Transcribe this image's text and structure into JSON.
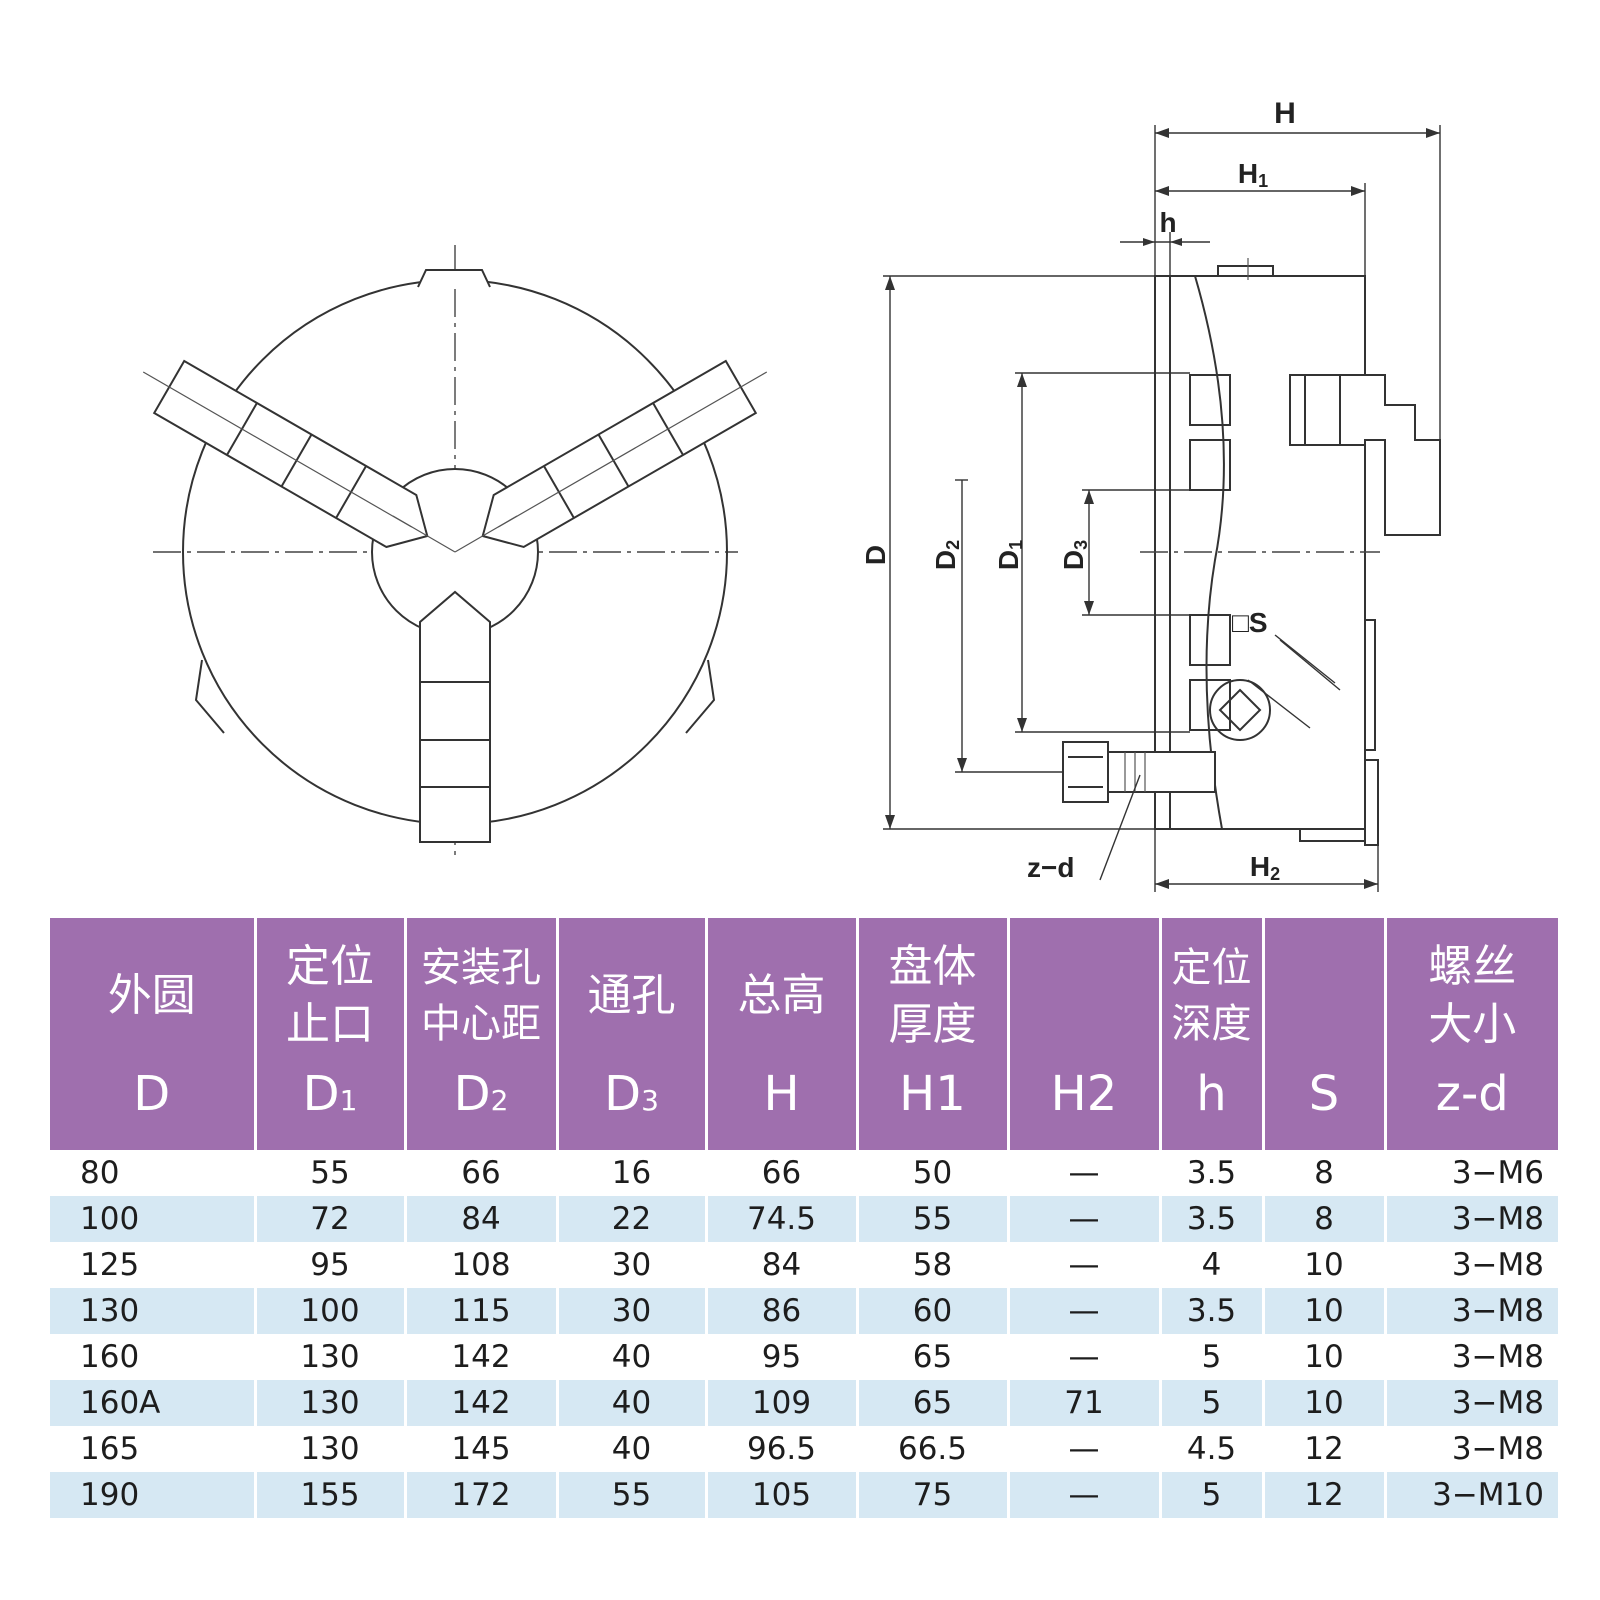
{
  "drawing": {
    "labels": {
      "H": "H",
      "H1": "H",
      "H1_sub": "1",
      "h": "h",
      "H2": "H",
      "H2_sub": "2",
      "D": "D",
      "D1": "D",
      "D1_sub": "1",
      "D2": "D",
      "D2_sub": "2",
      "D3": "D",
      "D3_sub": "3",
      "S": "□S",
      "zd": "z−d"
    }
  },
  "table": {
    "columns": [
      {
        "cn": "外圆",
        "sym": "D",
        "sub": ""
      },
      {
        "cn": "定位\n止口",
        "sym": "D",
        "sub": "1"
      },
      {
        "cn": "安装孔\n中心距",
        "sym": "D",
        "sub": "2"
      },
      {
        "cn": "通孔",
        "sym": "D",
        "sub": "3"
      },
      {
        "cn": "总高",
        "sym": "H",
        "sub": ""
      },
      {
        "cn": "盘体\n厚度",
        "sym": "H1",
        "sub": ""
      },
      {
        "cn": "",
        "sym": "H2",
        "sub": ""
      },
      {
        "cn": "定位\n深度",
        "sym": "h",
        "sub": ""
      },
      {
        "cn": "",
        "sym": "S",
        "sub": ""
      },
      {
        "cn": "螺丝\n大小",
        "sym": "z-d",
        "sub": ""
      }
    ],
    "rows": [
      [
        "80",
        "55",
        "66",
        "16",
        "66",
        "50",
        "—",
        "3.5",
        "8",
        "3−M6"
      ],
      [
        "100",
        "72",
        "84",
        "22",
        "74.5",
        "55",
        "—",
        "3.5",
        "8",
        "3−M8"
      ],
      [
        "125",
        "95",
        "108",
        "30",
        "84",
        "58",
        "—",
        "4",
        "10",
        "3−M8"
      ],
      [
        "130",
        "100",
        "115",
        "30",
        "86",
        "60",
        "—",
        "3.5",
        "10",
        "3−M8"
      ],
      [
        "160",
        "130",
        "142",
        "40",
        "95",
        "65",
        "—",
        "5",
        "10",
        "3−M8"
      ],
      [
        "160A",
        "130",
        "142",
        "40",
        "109",
        "65",
        "71",
        "5",
        "10",
        "3−M8"
      ],
      [
        "165",
        "130",
        "145",
        "40",
        "96.5",
        "66.5",
        "—",
        "4.5",
        "12",
        "3−M8"
      ],
      [
        "190",
        "155",
        "172",
        "55",
        "105",
        "75",
        "—",
        "5",
        "12",
        "3−M10"
      ]
    ]
  }
}
